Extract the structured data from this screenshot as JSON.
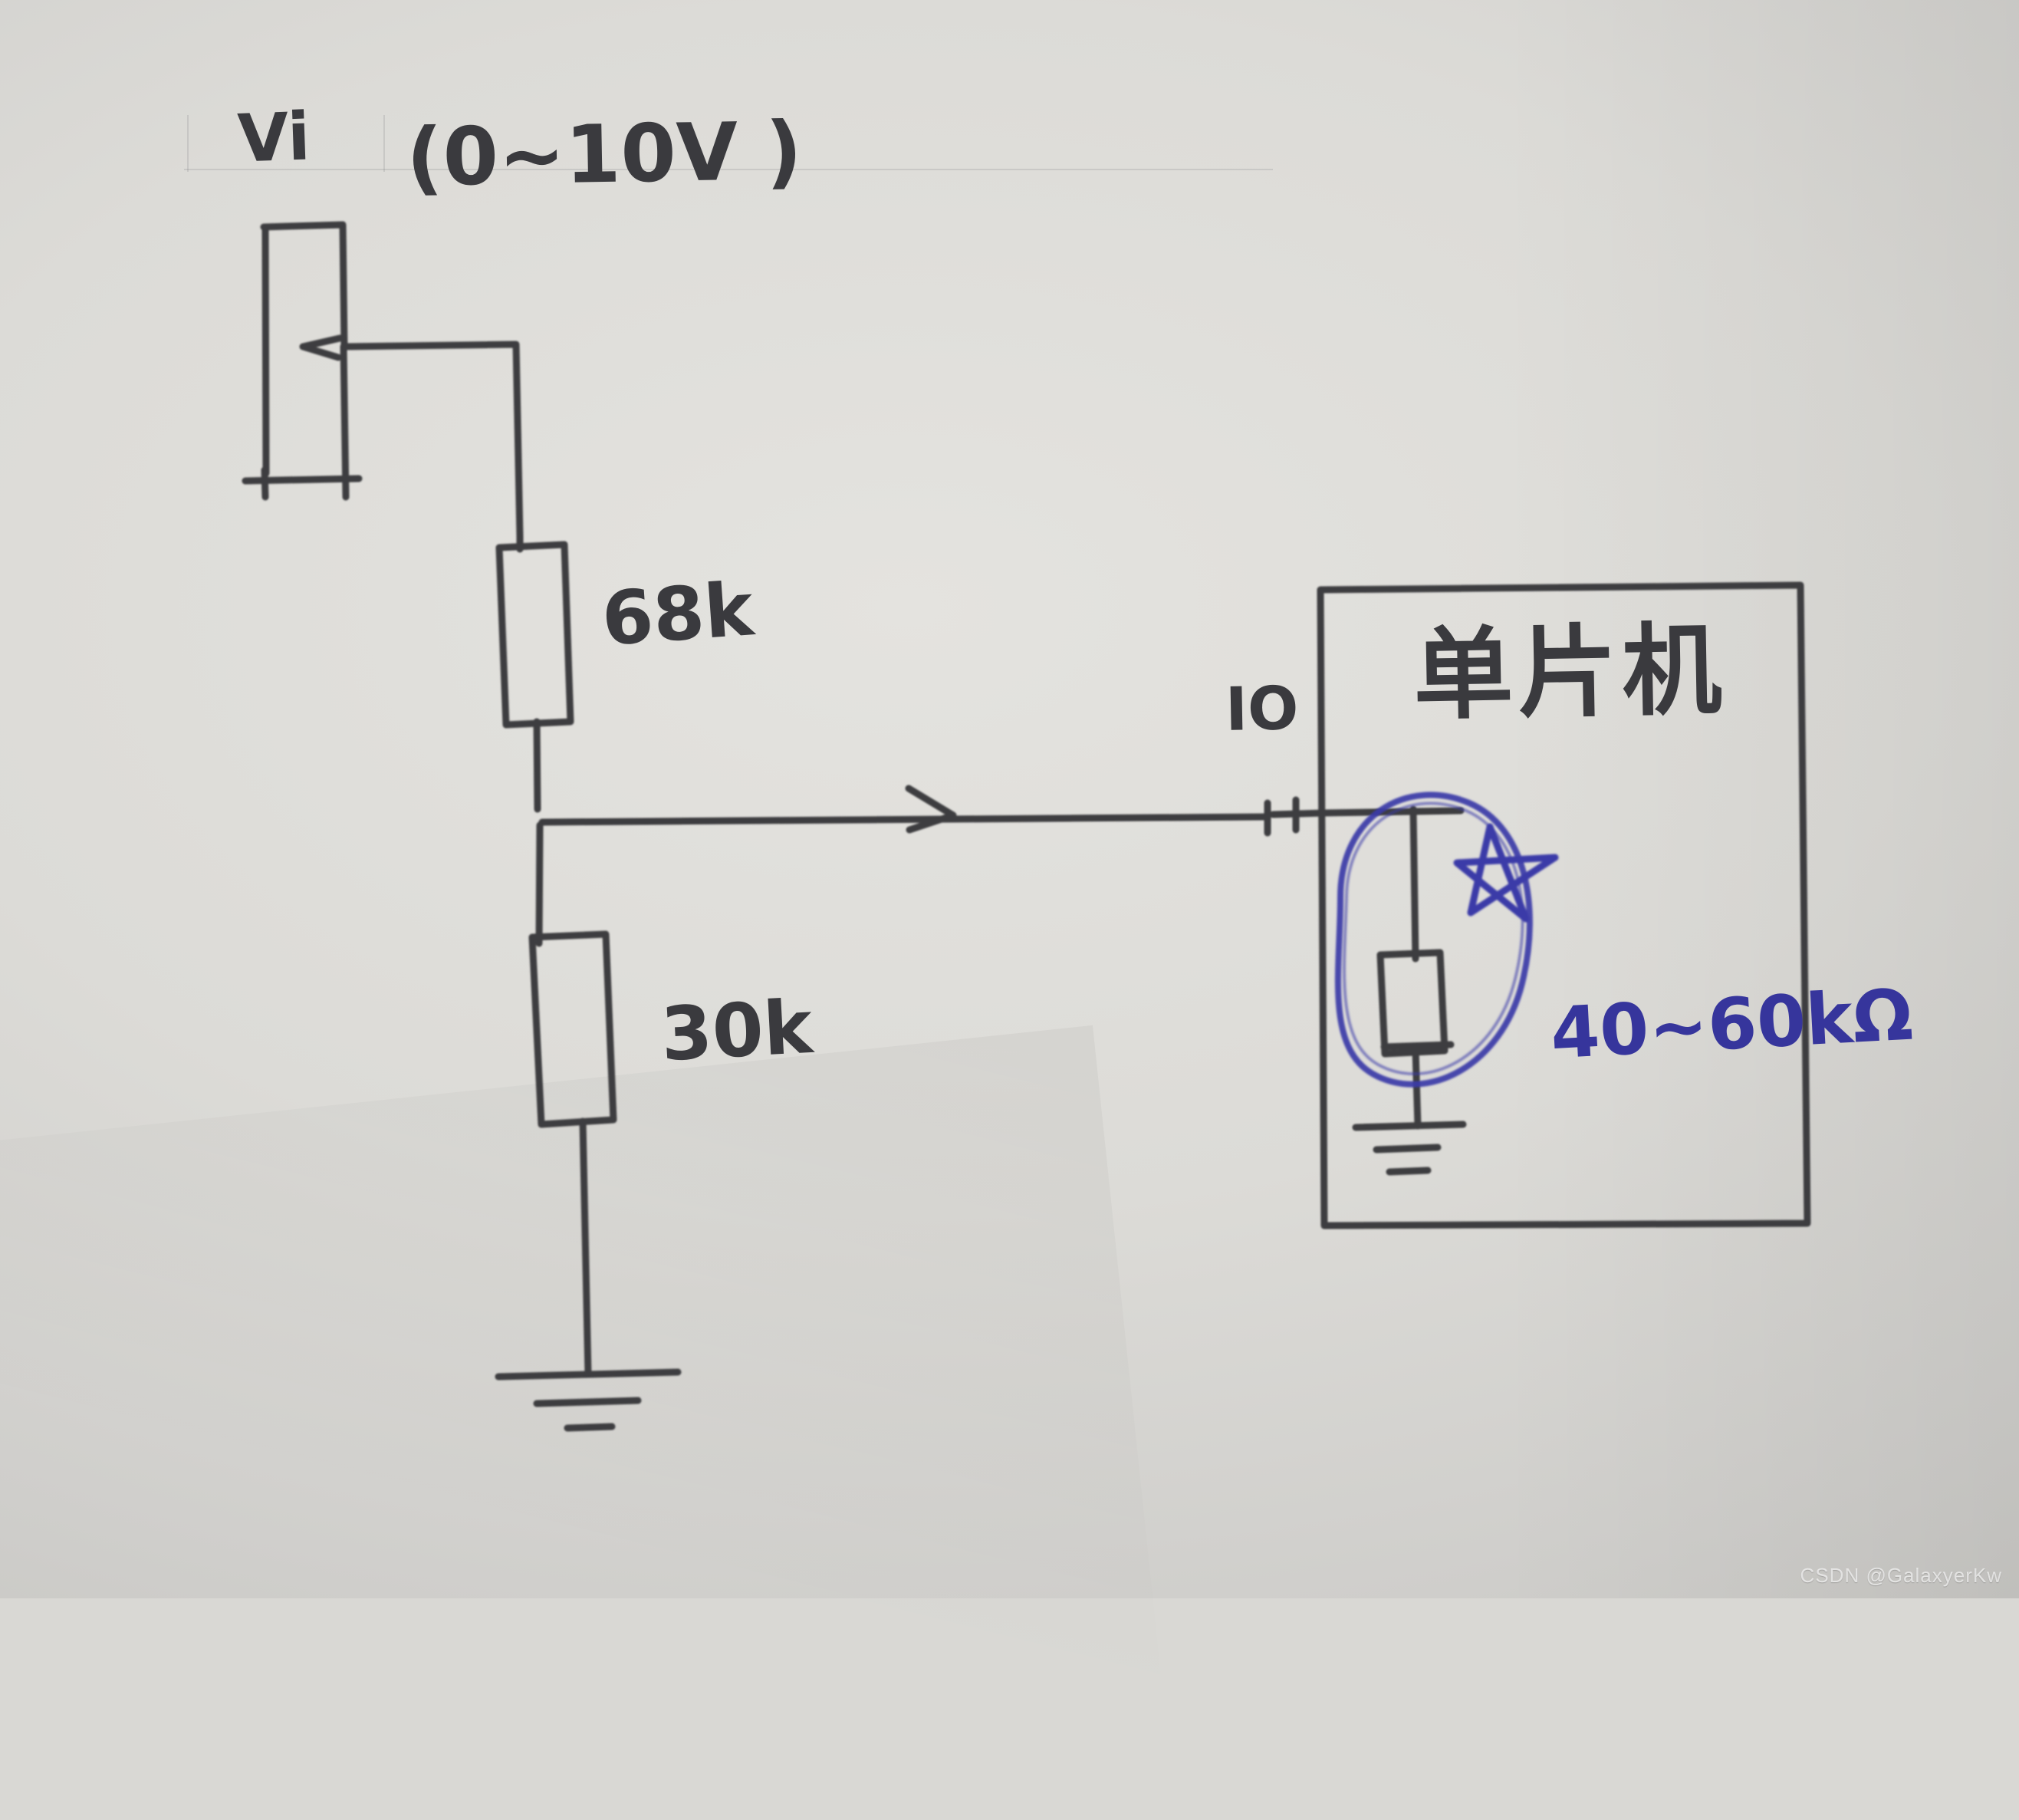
{
  "domain": "Diagram",
  "title": "Hand-drawn voltage divider to MCU IO pin schematic",
  "surface": {
    "kind": "photo-of-paper",
    "paper_color": "#dcdbd7",
    "ink_color": "#3a3a3e",
    "accent_color": "#36359c"
  },
  "labels": {
    "source_name": "Vi",
    "source_range": "(0~10V )",
    "r_top": "68k",
    "r_bottom": "30k",
    "io_pin": "IO",
    "mcu_name": "单片机",
    "internal_r_value": "40~60kΩ",
    "star_mark": "★"
  },
  "components": [
    {
      "id": "source",
      "type": "battery",
      "label": "Vi",
      "value": "(0~10V )"
    },
    {
      "id": "r-top",
      "type": "resistor",
      "label": "68k",
      "value": "68k"
    },
    {
      "id": "r-bottom",
      "type": "resistor",
      "label": "30k",
      "value": "30k"
    },
    {
      "id": "node",
      "type": "junction",
      "label": "divider-node",
      "value": ""
    },
    {
      "id": "gnd-divider",
      "type": "ground",
      "label": "GND",
      "value": ""
    },
    {
      "id": "mcu",
      "type": "ic-block",
      "label": "单片机",
      "value": ""
    },
    {
      "id": "io",
      "type": "pin",
      "label": "IO",
      "value": ""
    },
    {
      "id": "r-internal",
      "type": "resistor",
      "label": "internal pulldown",
      "value": "40~60kΩ"
    },
    {
      "id": "gnd-mcu",
      "type": "ground",
      "label": "GND",
      "value": ""
    }
  ],
  "annotations": {
    "circle_color": "#3b3aa8",
    "star_color": "#36359c",
    "circled_target": "internal pull-down resistor",
    "signal_arrow_direction": "right"
  },
  "icons": {
    "ground_divider": "ground-icon",
    "ground_mcu": "ground-icon",
    "junction_dot": "junction-dot-icon",
    "signal_arrow": "arrow-right-icon",
    "star": "star-icon",
    "highlight_circle": "circle-annotation-icon"
  },
  "watermark": {
    "text": "CSDN @GalaxyerKw"
  }
}
